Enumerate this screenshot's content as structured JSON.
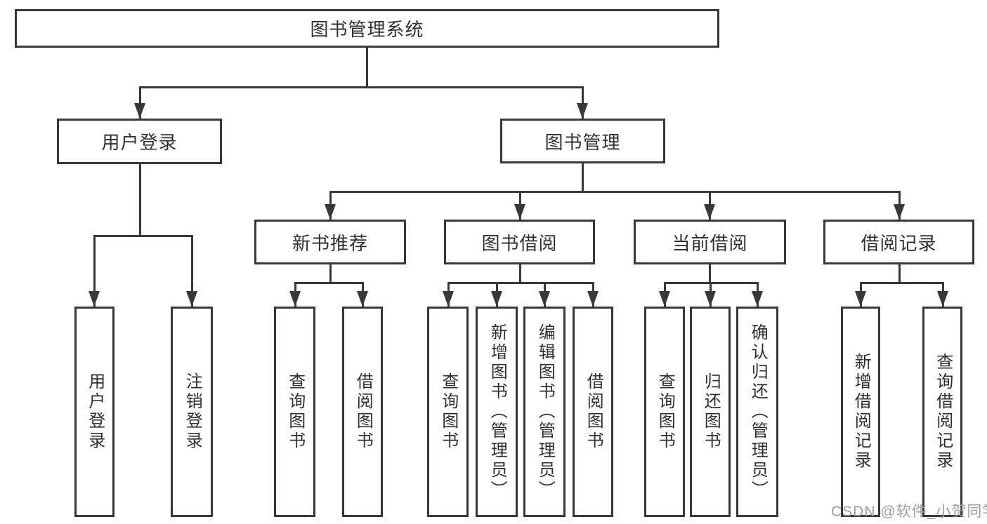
{
  "tree": {
    "root": {
      "label": "图书管理系统"
    },
    "branches": [
      {
        "label": "用户登录",
        "children": [
          {
            "label": "用户登录"
          },
          {
            "label": "注销登录"
          }
        ]
      },
      {
        "label": "图书管理",
        "children": [
          {
            "label": "新书推荐",
            "children": [
              {
                "label": "查询图书"
              },
              {
                "label": "借阅图书"
              }
            ]
          },
          {
            "label": "图书借阅",
            "children": [
              {
                "label": "查询图书"
              },
              {
                "label": "新增图书（管理员）"
              },
              {
                "label": "编辑图书（管理员）"
              },
              {
                "label": "借阅图书"
              }
            ]
          },
          {
            "label": "当前借阅",
            "children": [
              {
                "label": "查询图书"
              },
              {
                "label": "归还图书"
              },
              {
                "label": "确认归还（管理员）"
              }
            ]
          },
          {
            "label": "借阅记录",
            "children": [
              {
                "label": "新增借阅记录"
              },
              {
                "label": "查询借阅记录"
              }
            ]
          }
        ]
      }
    ]
  },
  "watermark": {
    "text": "CSDN @软件_小贺同学"
  },
  "colors": {
    "line": "#383838",
    "text": "#303030",
    "watermark": "#9e9e9e",
    "background": "#ffffff"
  }
}
